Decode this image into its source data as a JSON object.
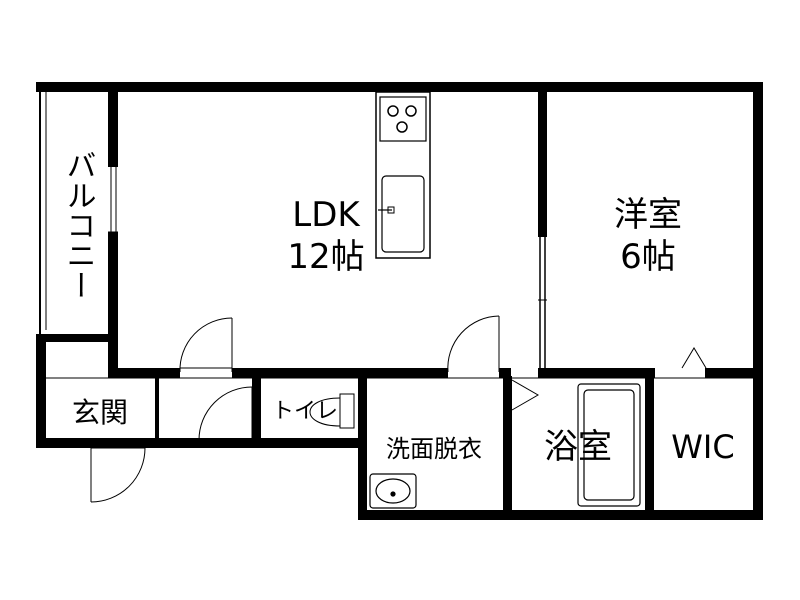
{
  "rooms": {
    "balcony": "バルコニー",
    "ldk": "LDK",
    "ldk_size": "12帖",
    "western": "洋室",
    "western_size": "6帖",
    "entrance": "玄関",
    "toilet": "トイレ",
    "washroom": "洗面脱衣",
    "bath": "浴室",
    "wic": "WIC"
  },
  "colors": {
    "wall": "#000000",
    "background": "#ffffff",
    "fixture": "#555555"
  }
}
